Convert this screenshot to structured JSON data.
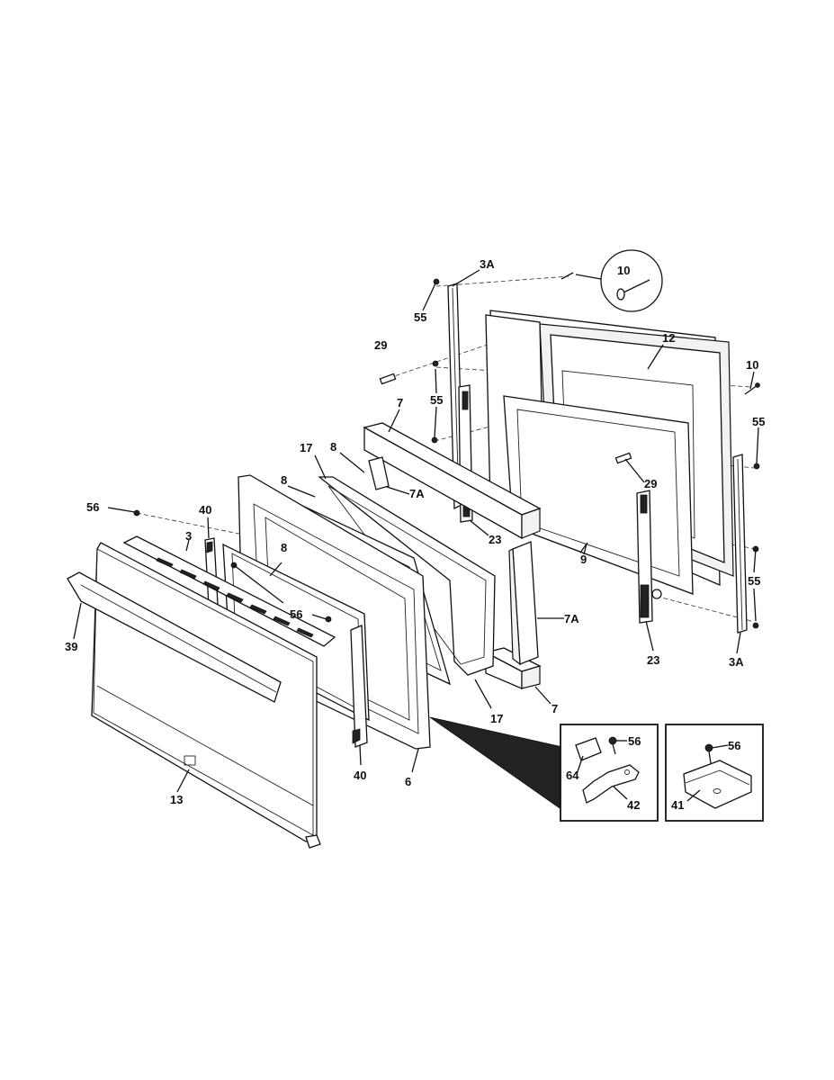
{
  "diagram": {
    "callouts": {
      "p3a_top": "3A",
      "p10_circle": "10",
      "p55_top": "55",
      "p12": "12",
      "p29_top": "29",
      "p10_right": "10",
      "p55_mid": "55",
      "p7_top": "7",
      "p55_right_top": "55",
      "p17_top": "17",
      "p8_top": "8",
      "p7a_top": "7A",
      "p29_right": "29",
      "p8_mid": "8",
      "p23_top": "23",
      "p9": "9",
      "p56_left": "56",
      "p40_top": "40",
      "p3": "3",
      "p8_lower": "8",
      "p55_right_bot": "55",
      "p56_mid": "56",
      "p7a_bot": "7A",
      "p39": "39",
      "p23_bot": "23",
      "p3a_bot": "3A",
      "p7_bot": "7",
      "p17_bot": "17",
      "p40_bot": "40",
      "p6": "6",
      "p13": "13",
      "inset1_56": "56",
      "inset1_64": "64",
      "inset1_42": "42",
      "inset2_56": "56",
      "inset2_41": "41"
    }
  }
}
